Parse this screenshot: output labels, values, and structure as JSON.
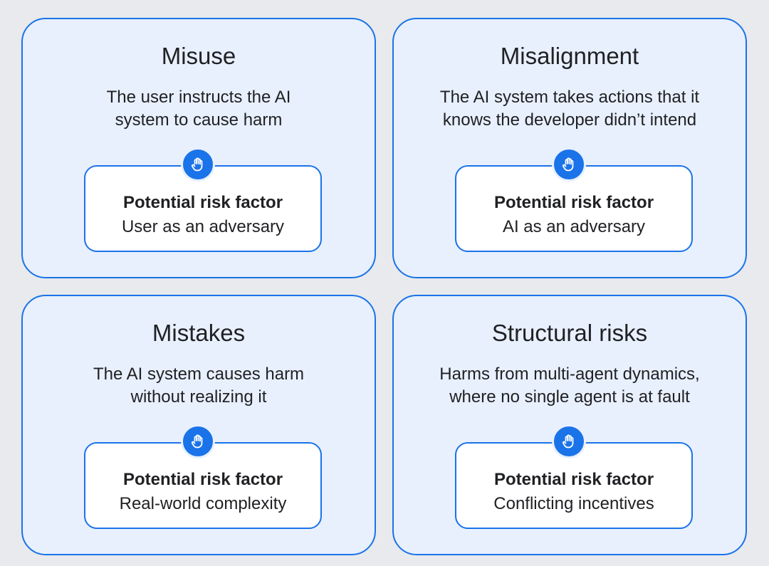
{
  "colors": {
    "background": "#e8eaed",
    "card_fill": "#e8f0fe",
    "accent": "#1a73e8",
    "box_fill": "#ffffff",
    "text": "#202124"
  },
  "cards": [
    {
      "title": "Misuse",
      "description_lines": [
        "The user instructs the AI",
        "system to cause harm"
      ],
      "icon": "raised-hand-icon",
      "risk_label": "Potential risk factor",
      "risk_value": "User as an adversary"
    },
    {
      "title": "Misalignment",
      "description_lines": [
        "The AI system takes actions that it",
        "knows the developer didn’t intend"
      ],
      "icon": "raised-hand-icon",
      "risk_label": "Potential risk factor",
      "risk_value": "AI as an adversary"
    },
    {
      "title": "Mistakes",
      "description_lines": [
        "The AI system causes harm",
        "without realizing it"
      ],
      "icon": "raised-hand-icon",
      "risk_label": "Potential risk factor",
      "risk_value": "Real-world complexity"
    },
    {
      "title": "Structural risks",
      "description_lines": [
        "Harms from multi-agent dynamics,",
        "where no single agent is at fault"
      ],
      "icon": "raised-hand-icon",
      "risk_label": "Potential risk factor",
      "risk_value": "Conflicting incentives"
    }
  ]
}
